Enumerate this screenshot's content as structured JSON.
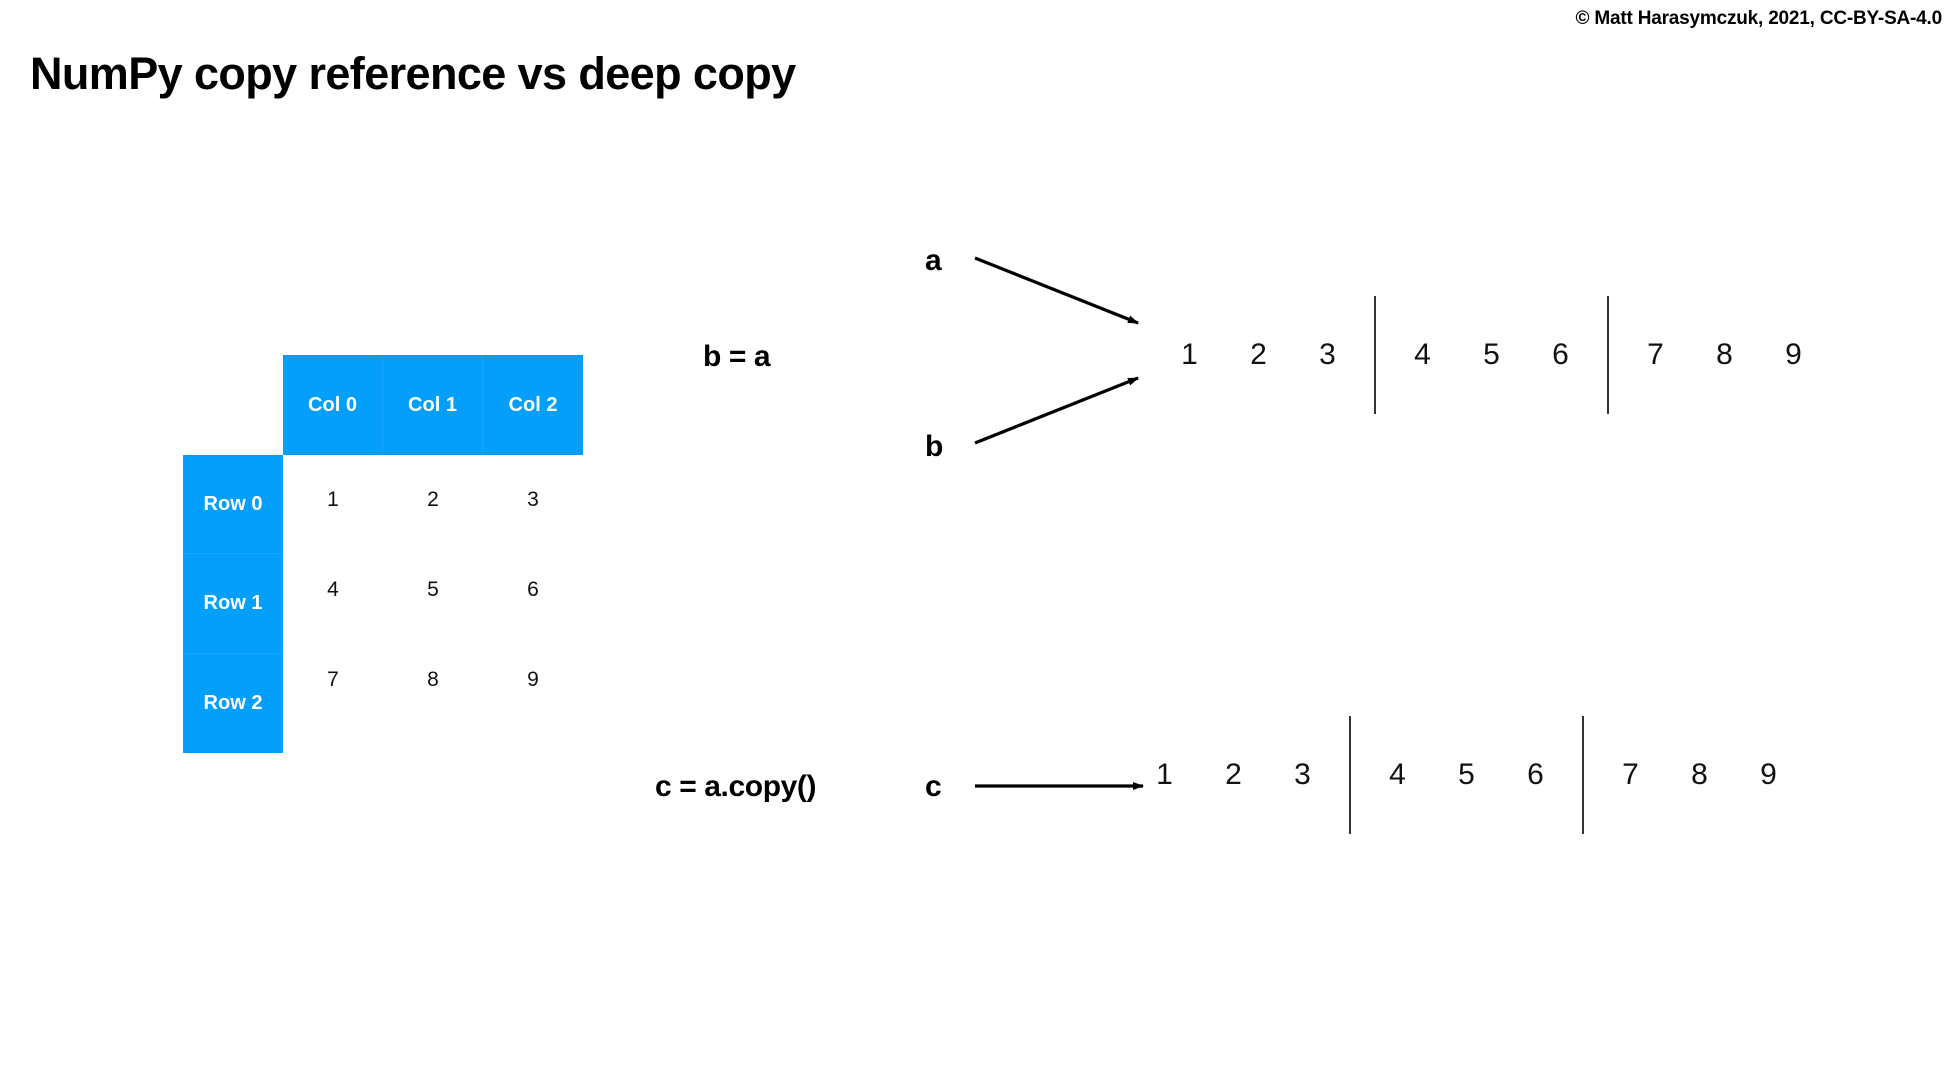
{
  "header": {
    "copyright": "© Matt Harasymczuk, 2021, CC-BY-SA-4.0",
    "title": "NumPy copy reference vs deep copy"
  },
  "colors": {
    "accent_blue": "#039ffb",
    "text_black": "#000000",
    "separator": "#333333"
  },
  "matrix": {
    "column_headers": [
      "Col 0",
      "Col 1",
      "Col 2"
    ],
    "row_labels": [
      "Row 0",
      "Row 1",
      "Row 2"
    ],
    "rows": [
      [
        "1",
        "2",
        "3"
      ],
      [
        "4",
        "5",
        "6"
      ],
      [
        "7",
        "8",
        "9"
      ]
    ]
  },
  "diagrams": [
    {
      "statement": "b = a",
      "variables": [
        "a",
        "b"
      ],
      "arrow_kind": "two-converging-arrows",
      "array": {
        "values": [
          "1",
          "2",
          "3",
          "4",
          "5",
          "6",
          "7",
          "8",
          "9"
        ],
        "separator_after": [
          3,
          6
        ]
      }
    },
    {
      "statement": "c = a.copy()",
      "variables": [
        "c"
      ],
      "arrow_kind": "single-straight-arrow",
      "array": {
        "values": [
          "1",
          "2",
          "3",
          "4",
          "5",
          "6",
          "7",
          "8",
          "9"
        ],
        "separator_after": [
          3,
          6
        ]
      }
    }
  ]
}
